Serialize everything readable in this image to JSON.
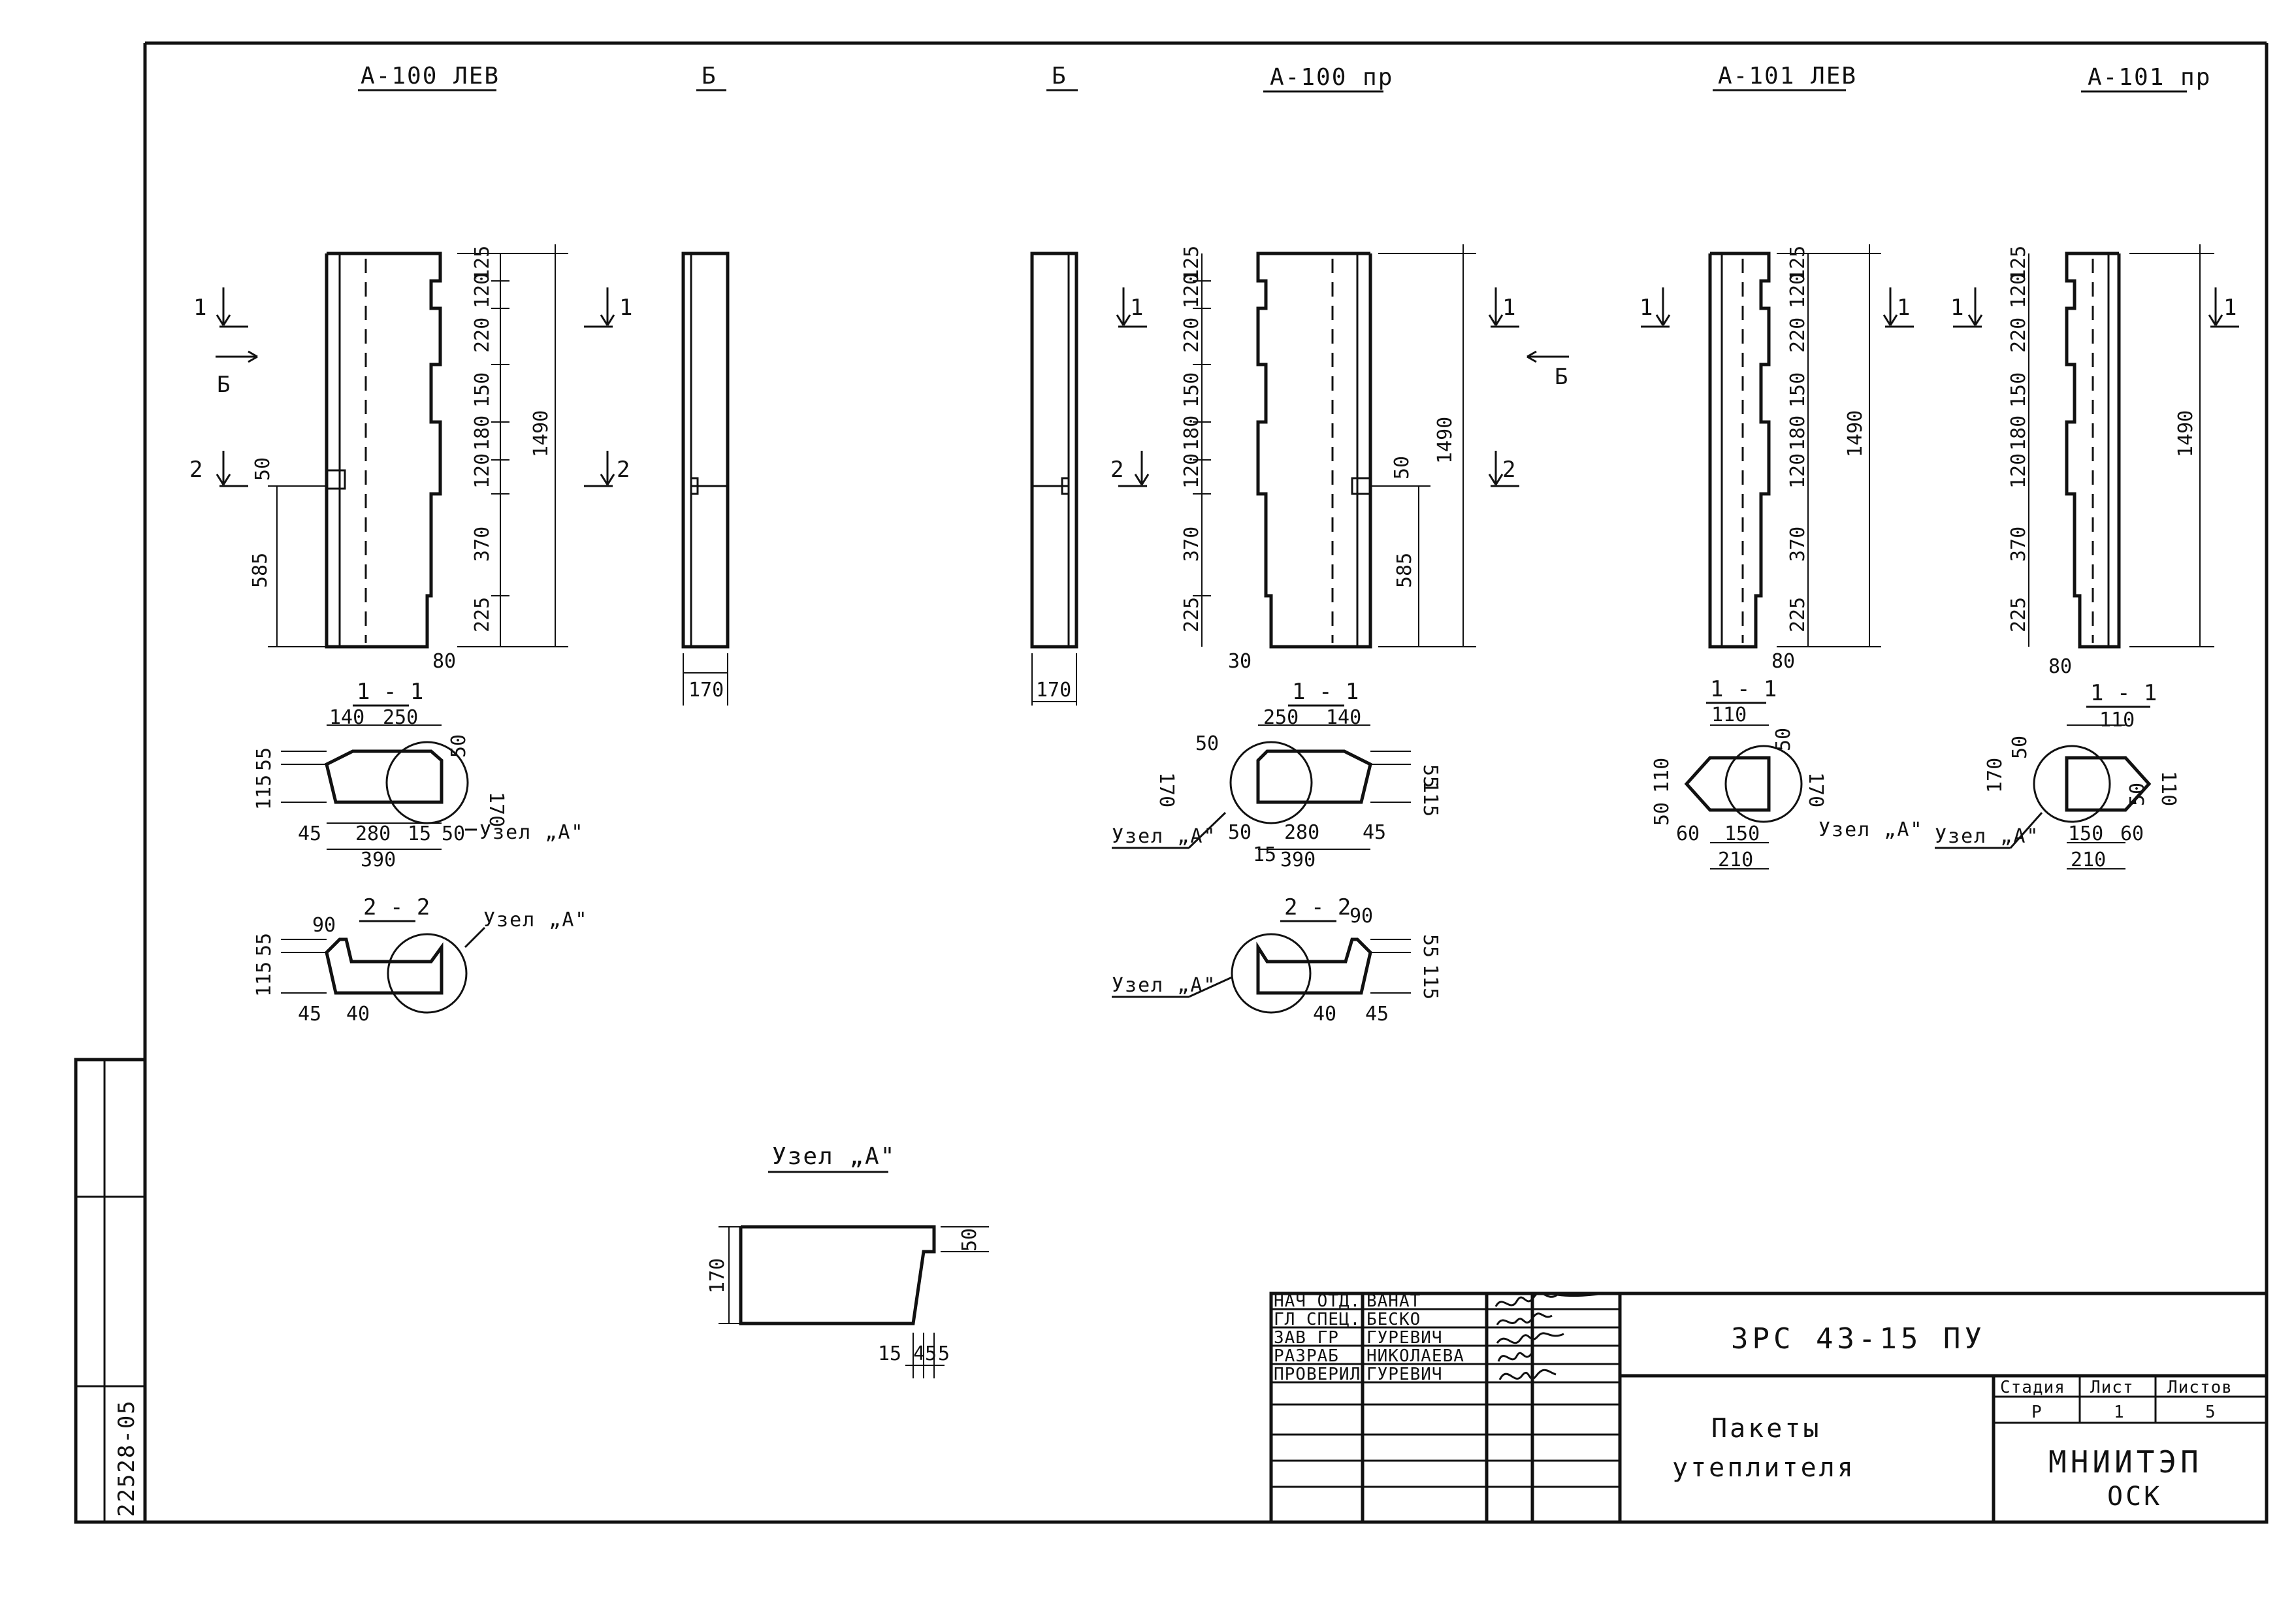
{
  "headings": {
    "a100_lev": "А-100 ЛЕВ",
    "view_b_1": "Б",
    "view_b_2": "Б",
    "a100_pr": "А-100 пр",
    "a101_lev": "А-101 ЛЕВ",
    "a101_pr": "А-101 пр"
  },
  "section_marks": {
    "s1": "1",
    "s2": "2",
    "b": "Б"
  },
  "sections": {
    "s11": "1 - 1",
    "s22": "2 - 2"
  },
  "dimensions": {
    "overall_height": "1490",
    "d125": "125",
    "d120": "120",
    "d220": "220",
    "d150": "150",
    "d180": "180",
    "d370": "370",
    "d225": "225",
    "d585": "585",
    "d50": "50",
    "d30": "30",
    "d80": "80",
    "d170": "170",
    "d140": "140",
    "d250": "250",
    "d55": "55",
    "d115": "115",
    "d45": "45",
    "d280": "280",
    "d15": "15",
    "d390": "390",
    "d90": "90",
    "d40": "40",
    "d110": "110",
    "d60": "60",
    "d210": "210",
    "d5": "5"
  },
  "callouts": {
    "node_a": "Узел „А\""
  },
  "detail": {
    "title": "Узел „А\"",
    "h170": "170",
    "d50": "50",
    "d15": "15",
    "d45": "45",
    "d5": "5"
  },
  "title_block": {
    "roles": [
      "НАЧ ОТД.",
      "ГЛ СПЕЦ.",
      "ЗАВ ГР",
      "РАЗРАБ",
      "ПРОВЕРИЛ"
    ],
    "names": [
      "ВАНАТ",
      "БЕСКО",
      "ГУРЕВИЧ",
      "НИКОЛАЕВА",
      "ГУРЕВИЧ"
    ],
    "document_code": "ЗРС 43-15 ПУ",
    "title_line1": "Пакеты",
    "title_line2": "утеплителя",
    "stage_label": "Стадия",
    "sheet_label": "Лист",
    "sheets_label": "Листов",
    "stage_value": "Р",
    "sheet_value": "1",
    "sheets_value": "5",
    "organization": "МНИИТЭП",
    "department": "ОСК"
  },
  "side_stamp": {
    "inventory_number": "22528-05"
  }
}
